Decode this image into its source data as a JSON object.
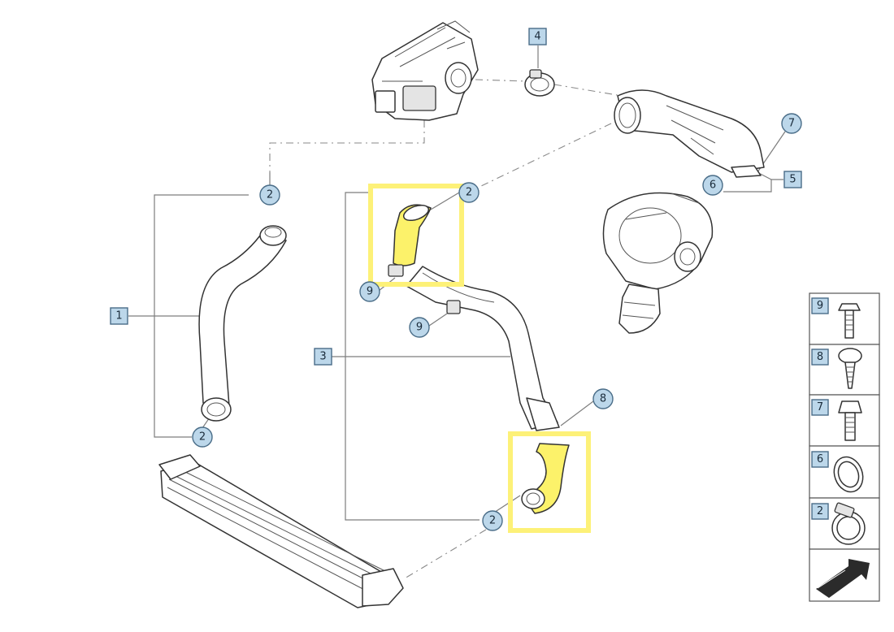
{
  "callouts": {
    "c1": "1",
    "c2a": "2",
    "c2b": "2",
    "c2c": "2",
    "c2d": "2",
    "c3": "3",
    "c4": "4",
    "c5": "5",
    "c6": "6",
    "c7": "7",
    "c8": "8",
    "c9a": "9",
    "c9b": "9"
  },
  "legend": [
    "9",
    "8",
    "7",
    "6",
    "2"
  ],
  "colors": {
    "highlight": "#fdf178",
    "badge_fill": "#bcd7ea",
    "badge_stroke": "#4a6d88"
  }
}
